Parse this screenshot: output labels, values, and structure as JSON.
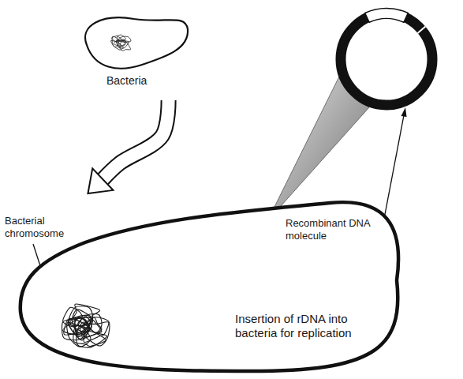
{
  "diagram": {
    "nodes": [
      {
        "text": [
          "Bacteria"
        ]
      },
      {
        "text": [
          "Insertion of rDNA into bacteria for replication"
        ]
      }
    ],
    "edges": [
      {
        "from": 0,
        "to": 1,
        "arrow": "to"
      }
    ],
    "labels": [
      "Bacterial chromosome",
      "Recombinant DNA molecule"
    ]
  }
}
